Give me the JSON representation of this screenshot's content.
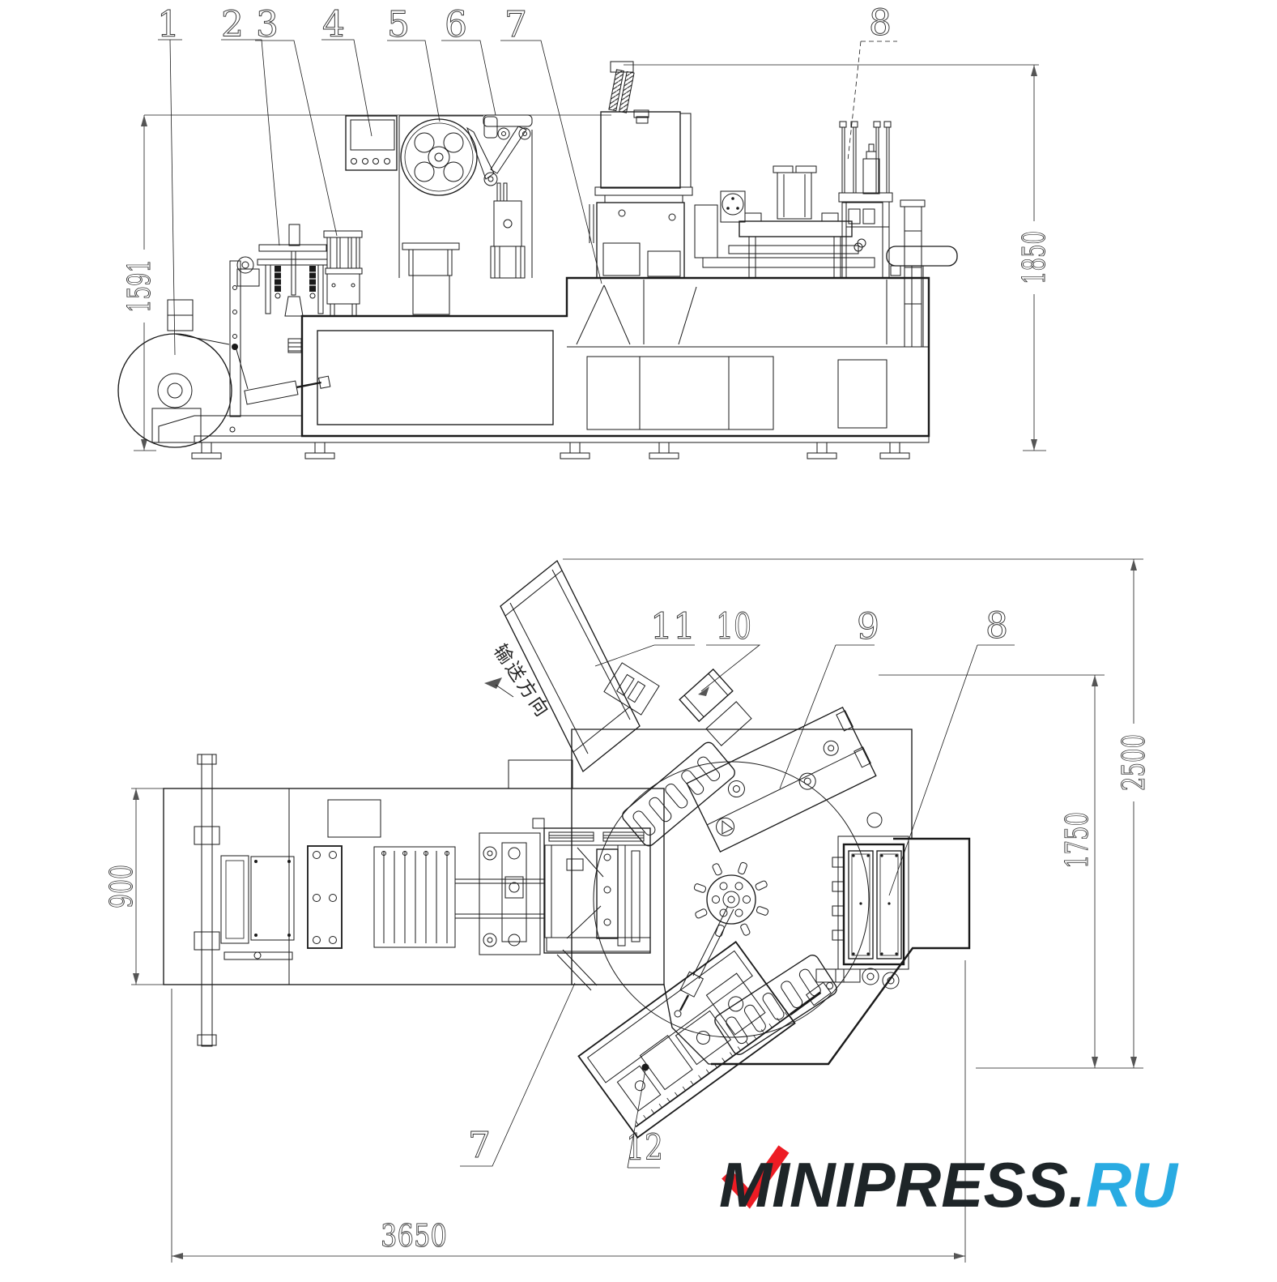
{
  "drawing": {
    "type": "technical-two-view-machine-drawing",
    "side_view": {
      "callouts": [
        {
          "label": "1"
        },
        {
          "label": "2"
        },
        {
          "label": "3"
        },
        {
          "label": "4"
        },
        {
          "label": "5"
        },
        {
          "label": "6"
        },
        {
          "label": "7"
        },
        {
          "label": "8"
        }
      ],
      "dimensions": {
        "left_height": "1591",
        "right_height": "1850"
      }
    },
    "plan_view": {
      "callouts": [
        {
          "label": "11"
        },
        {
          "label": "10"
        },
        {
          "label": "9"
        },
        {
          "label": "8"
        },
        {
          "label": "7"
        },
        {
          "label": "12"
        }
      ],
      "dimensions": {
        "left_width": "900",
        "right_outer_height": "2500",
        "right_inner_height": "1750",
        "bottom_length": "3650"
      },
      "conveyor_direction_label": "输送方向"
    },
    "logo": {
      "main": "MINIPRESS.",
      "suffix": "RU"
    }
  },
  "colors": {
    "line": "#1a1a1a",
    "dimension_text": "#333333",
    "logo_check_red": "#ED1C24",
    "logo_text_dark": "#1E2528",
    "logo_suffix_cyan": "#29ABE2"
  }
}
